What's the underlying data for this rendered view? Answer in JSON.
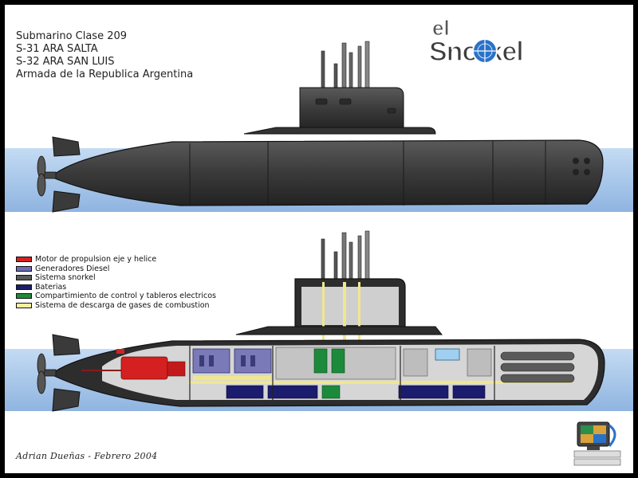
{
  "title": {
    "line1": "Submarino Clase 209",
    "line2": "S-31 ARA SALTA",
    "line3": "S-32 ARA SAN LUIS",
    "line4": "Armada de la Republica Argentina"
  },
  "logo": {
    "small": "el",
    "main": "Snorkel"
  },
  "legend": [
    {
      "label": "Motor de propulsion eje y helice",
      "color": "#d42020"
    },
    {
      "label": "Generadores Diesel",
      "color": "#6d6db5"
    },
    {
      "label": "Sistema snorkel",
      "color": "#5a5a5a"
    },
    {
      "label": "Baterias",
      "color": "#1c1c6e"
    },
    {
      "label": "Compartimiento de control y tableros electricos",
      "color": "#1c8a3a"
    },
    {
      "label": "Sistema de descarga de gases de combustion",
      "color": "#f5f0a0"
    }
  ],
  "signature": "Adrian Dueñas - Febrero 2004",
  "colors": {
    "water": "#a9c8ea",
    "hull": "#3a3a3a",
    "interior_bg": "#d7d7d7",
    "accent": "#1f4e9c"
  }
}
